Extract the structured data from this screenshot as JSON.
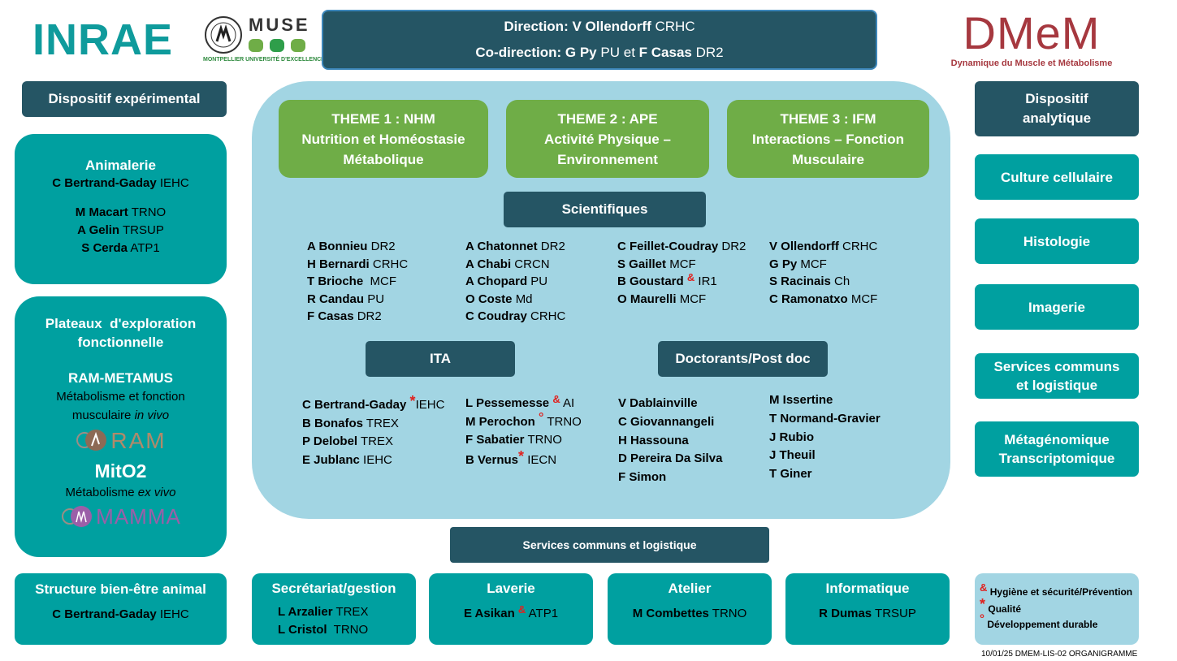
{
  "header": {
    "logo_inrae": "INRAE",
    "logo_muse": "MUSE",
    "logo_muse_sub": "MONTPELLIER UNIVERSITÉ D'EXCELLENCE",
    "direction_label": "Direction:",
    "direction_name": "V Ollendorff",
    "direction_grade": "CRHC",
    "codirection_label": "Co-direction",
    "codirection_name1": "G Py",
    "codirection_grade1": "PU",
    "codirection_and": "et",
    "codirection_name2": "F Casas",
    "codirection_grade2": "DR2",
    "dmem_logo": "DMeM",
    "dmem_sub": "Dynamique du Muscle et Métabolisme"
  },
  "left": {
    "dispositif_exp": "Dispositif expérimental",
    "animalerie": {
      "title": "Animalerie",
      "lead": {
        "name": "C Bertrand-Gaday",
        "grade": "IEHC"
      },
      "members": [
        {
          "name": "M Macart",
          "grade": "TRNO"
        },
        {
          "name": "A Gelin",
          "grade": "TRSUP"
        },
        {
          "name": "S Cerda",
          "grade": "ATP1"
        }
      ]
    },
    "plateaux": {
      "title1": "Plateaux  d'exploration",
      "title2": "fonctionnelle",
      "ram_title": "RAM-METAMUS",
      "ram_desc1": "Métabolisme et fonction",
      "ram_desc2a": "musculaire",
      "ram_desc2b": "in vivo",
      "ram_logo": "RAM",
      "mito_title": "MitO2",
      "mito_desc_a": "Métabolisme",
      "mito_desc_b": "ex vivo",
      "mamma_logo": "MAMMA"
    }
  },
  "themes": [
    {
      "line1": "THEME 1 : NHM",
      "line2": "Nutrition et Homéostasie",
      "line3": "Métabolique"
    },
    {
      "line1": "THEME 2 : APE",
      "line2": "Activité Physique –",
      "line3": "Environnement"
    },
    {
      "line1": "THEME 3 : IFM",
      "line2": "Interactions – Fonction",
      "line3": "Musculaire"
    }
  ],
  "scientifiques": {
    "label": "Scientifiques",
    "col1": [
      {
        "name": "A Bonnieu",
        "grade": "DR2"
      },
      {
        "name": "H Bernardi",
        "grade": "CRHC"
      },
      {
        "name": "T Brioche",
        "grade": "MCF"
      },
      {
        "name": "R Candau",
        "grade": "PU"
      },
      {
        "name": "F Casas",
        "grade": "DR2"
      }
    ],
    "col2": [
      {
        "name": "A Chatonnet",
        "grade": "DR2"
      },
      {
        "name": "A Chabi",
        "grade": "CRCN"
      },
      {
        "name": "A Chopard",
        "grade": "PU"
      },
      {
        "name": "O Coste",
        "grade": "Md"
      },
      {
        "name": "C Coudray",
        "grade": "CRHC"
      }
    ],
    "col3": [
      {
        "name": "C Feillet-Coudray",
        "grade": "DR2"
      },
      {
        "name": "S Gaillet",
        "grade": "MCF"
      },
      {
        "name": "B Goustard",
        "mark": "&",
        "grade": "IR1"
      },
      {
        "name": "O Maurelli",
        "grade": "MCF"
      }
    ],
    "col4": [
      {
        "name": "V Ollendorff",
        "grade": "CRHC"
      },
      {
        "name": "G Py",
        "grade": "MCF"
      },
      {
        "name": "S Racinais",
        "grade": "Ch"
      },
      {
        "name": "C Ramonatxo",
        "grade": "MCF"
      }
    ]
  },
  "ita": {
    "label": "ITA",
    "col1": [
      {
        "name": "C Bertrand-Gaday",
        "mark": "*",
        "grade": "IEHC"
      },
      {
        "name": "B Bonafos",
        "grade": "TREX"
      },
      {
        "name": "P Delobel",
        "grade": "TREX"
      },
      {
        "name": "E Jublanc",
        "grade": "IEHC"
      }
    ],
    "col2": [
      {
        "name": "L Pessemesse",
        "mark": "&",
        "grade": "AI"
      },
      {
        "name": "M Perochon",
        "mark": "°",
        "grade": "TRNO"
      },
      {
        "name": "F Sabatier",
        "grade": "TRNO"
      },
      {
        "name": "B Vernus",
        "mark": "*",
        "grade": "IECN"
      }
    ]
  },
  "doctorants": {
    "label": "Doctorants/Post doc",
    "col1": [
      "V Dablainville",
      "C Giovannangeli",
      "H Hassouna",
      "D Pereira Da Silva",
      "F Simon"
    ],
    "col2": [
      "M Issertine",
      "T Normand-Gravier",
      "J Rubio",
      "J Theuil",
      "T Giner"
    ]
  },
  "right": {
    "dispositif_analytique1": "Dispositif",
    "dispositif_analytique2": "analytique",
    "items": [
      {
        "line1": "Culture cellulaire"
      },
      {
        "line1": "Histologie"
      },
      {
        "line1": "Imagerie"
      },
      {
        "line1": "Services communs",
        "line2": "et logistique"
      },
      {
        "line1": "Métagénomique",
        "line2": "Transcriptomique"
      }
    ]
  },
  "services": {
    "label": "Services communs et logistique",
    "boxes": [
      {
        "title": "Structure bien-être animal",
        "members": [
          {
            "name": "C Bertrand-Gaday",
            "grade": "IEHC"
          }
        ]
      },
      {
        "title": "Secrétariat/gestion",
        "members": [
          {
            "name": "L Arzalier",
            "grade": "TREX"
          },
          {
            "name": "L Cristol",
            "grade": "TRNO"
          }
        ]
      },
      {
        "title": "Laverie",
        "members": [
          {
            "name": "E Asikan",
            "mark": "&",
            "grade": "ATP1"
          }
        ]
      },
      {
        "title": "Atelier",
        "members": [
          {
            "name": "M Combettes",
            "grade": "TRNO"
          }
        ]
      },
      {
        "title": "Informatique",
        "members": [
          {
            "name": "R Dumas",
            "grade": "TRSUP"
          }
        ]
      }
    ]
  },
  "legend": [
    {
      "mark": "&",
      "label": "Hygiène et sécurité/Prévention"
    },
    {
      "mark": "*",
      "label": "Qualité"
    },
    {
      "mark": "°",
      "label": "Développement durable"
    }
  ],
  "footer": "10/01/25 DMEM-LIS-02 ORGANIGRAMME",
  "colors": {
    "dark": "#255564",
    "teal": "#00A0A0",
    "green": "#6FAD47",
    "light": "#A2D5E3",
    "red": "#E0221F",
    "dmem": "#A6383F"
  }
}
